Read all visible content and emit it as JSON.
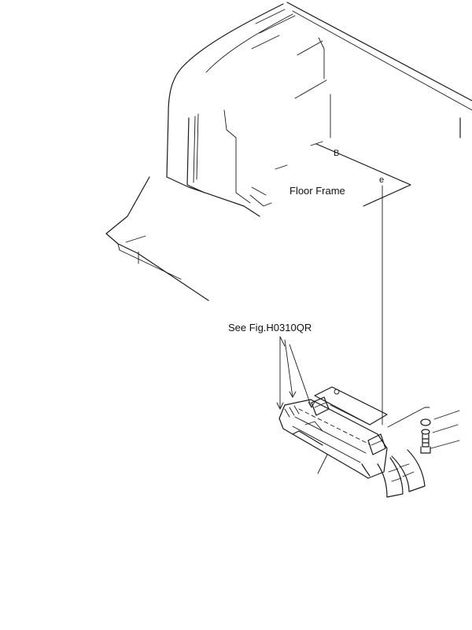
{
  "labels": {
    "floor_frame": "Floor Frame",
    "see_fig": "See Fig.H0310QR",
    "point_b": "B",
    "point_e": "e"
  },
  "colors": {
    "ink": "#1a1a1a",
    "background": "#ffffff"
  }
}
